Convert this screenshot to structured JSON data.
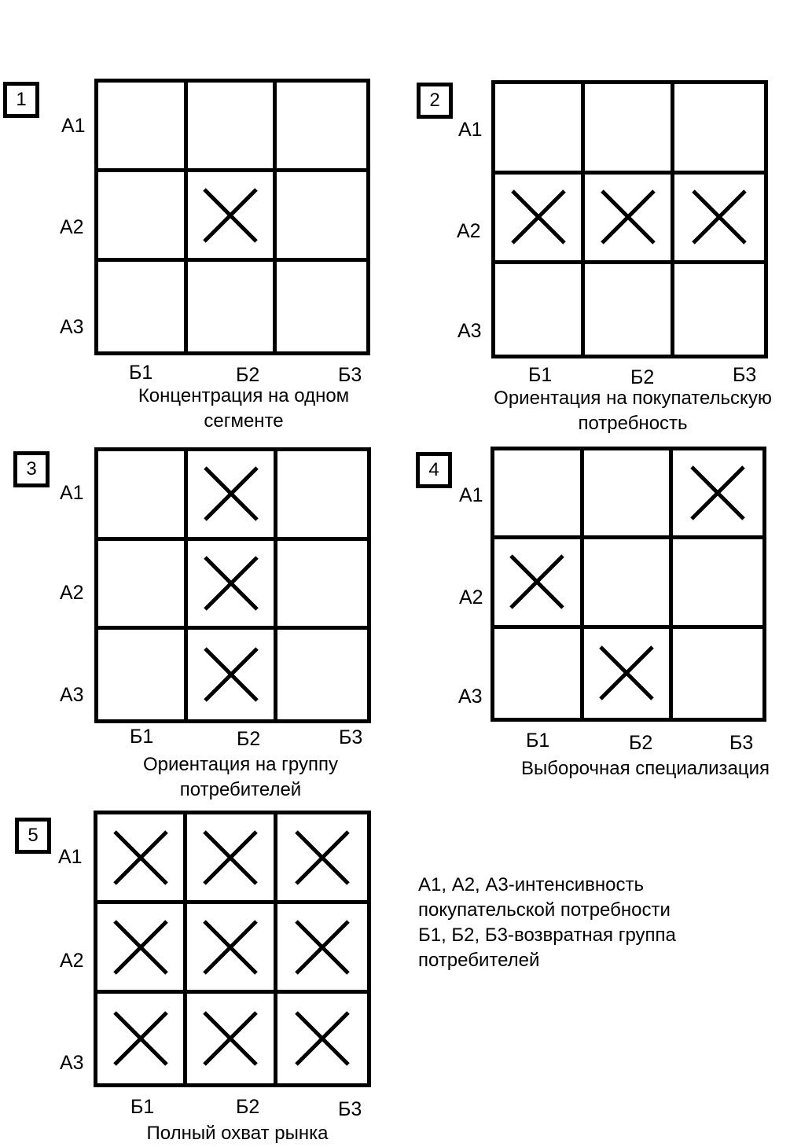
{
  "row_labels": [
    "А1",
    "А2",
    "А3"
  ],
  "col_labels": [
    "Б1",
    "Б2",
    "Б3"
  ],
  "panels": [
    {
      "number": "1",
      "caption_1": "Концентрация на одном",
      "caption_2": "сегменте",
      "marked": [
        [
          0,
          0,
          0
        ],
        [
          0,
          1,
          0
        ],
        [
          0,
          0,
          0
        ]
      ]
    },
    {
      "number": "2",
      "caption_1": "Ориентация на покупательскую",
      "caption_2": "потребность",
      "marked": [
        [
          0,
          0,
          0
        ],
        [
          1,
          1,
          1
        ],
        [
          0,
          0,
          0
        ]
      ]
    },
    {
      "number": "3",
      "caption_1": "Ориентация на группу",
      "caption_2": "потребителей",
      "marked": [
        [
          0,
          1,
          0
        ],
        [
          0,
          1,
          0
        ],
        [
          0,
          1,
          0
        ]
      ]
    },
    {
      "number": "4",
      "caption_1": "Выборочная специализация",
      "caption_2": "",
      "marked": [
        [
          0,
          0,
          1
        ],
        [
          1,
          0,
          0
        ],
        [
          0,
          1,
          0
        ]
      ]
    },
    {
      "number": "5",
      "caption_1": "Полный охват рынка",
      "caption_2": "",
      "marked": [
        [
          1,
          1,
          1
        ],
        [
          1,
          1,
          1
        ],
        [
          1,
          1,
          1
        ]
      ]
    }
  ],
  "legend": {
    "line_1": "А1, А2, А3-интенсивность",
    "line_2": "покупательской потребности",
    "line_3": "Б1, Б2, Б3-возвратная группа",
    "line_4": "потребителей"
  }
}
